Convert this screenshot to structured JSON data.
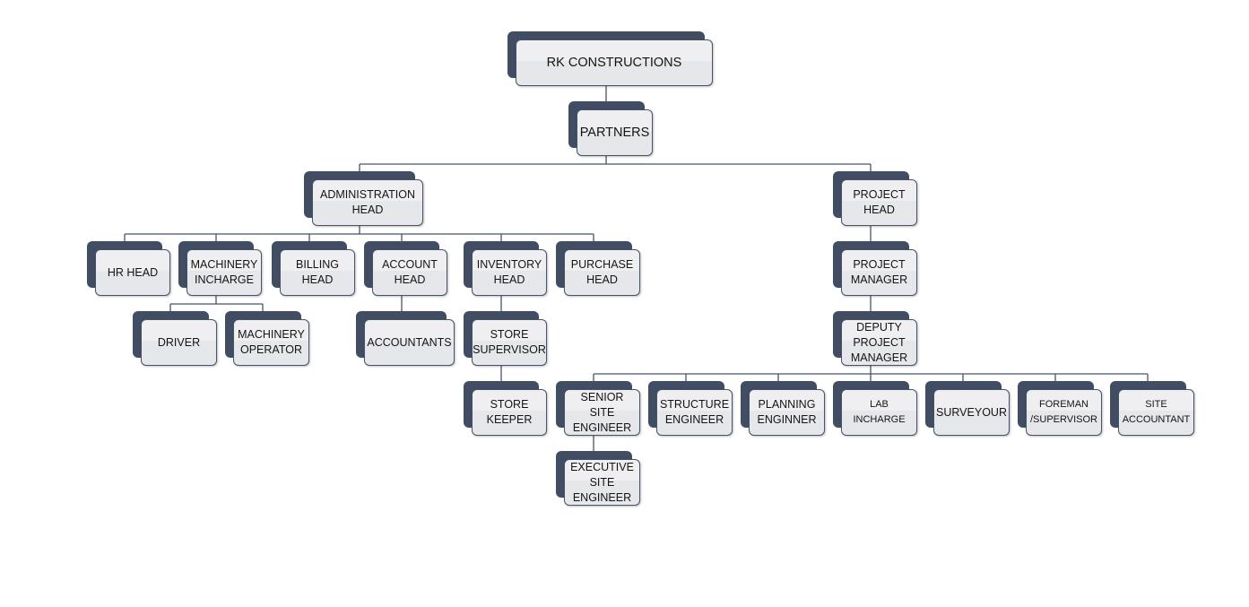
{
  "colors": {
    "box_fill": "#e6e7ea",
    "box_shadow": "#414d63",
    "box_border": "#47536b",
    "connector": "#47536b"
  },
  "nodes": {
    "rk_constructions": "RK CONSTRUCTIONS",
    "partners": "PARTNERS",
    "administration_head": "ADMINISTRATION\nHEAD",
    "project_head": "PROJECT\nHEAD",
    "hr_head": "HR HEAD",
    "machinery_incharge": "MACHINERY\nINCHARGE",
    "billing_head": "BILLING\nHEAD",
    "account_head": "ACCOUNT\nHEAD",
    "inventory_head": "INVENTORY\nHEAD",
    "purchase_head": "PURCHASE\nHEAD",
    "driver": "DRIVER",
    "machinery_operator": "MACHINERY\nOPERATOR",
    "accountants": "ACCOUNTANTS",
    "store_supervisor": "STORE\nSUPERVISOR",
    "store_keeper": "STORE\nKEEPER",
    "project_manager": "PROJECT\nMANAGER",
    "deputy_project_manager": "DEPUTY\nPROJECT\nMANAGER",
    "senior_site_engineer": "SENIOR SITE\nENGINEER",
    "structure_engineer": "STRUCTURE\nENGINEER",
    "planning_enginner": "PLANNING\nENGINNER",
    "lab_incharge": "LAB INCHARGE",
    "surveyour": "SURVEYOUR",
    "foreman_supervisor": "FOREMAN\n/SUPERVISOR",
    "site_accountant": "SITE\nACCOUNTANT",
    "executive_site_engineer": "EXECUTIVE\nSITE\nENGINEER"
  }
}
